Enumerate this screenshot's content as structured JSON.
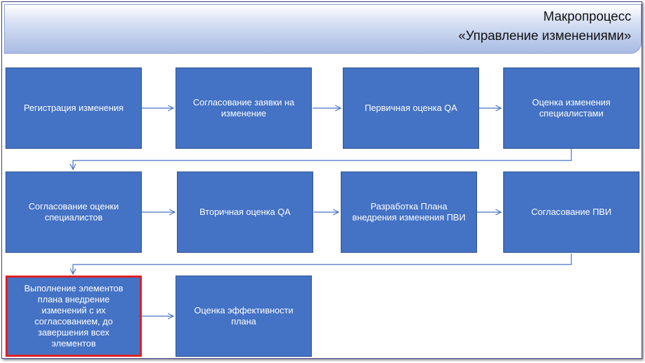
{
  "header": {
    "title_line1": "Макропроцесс",
    "title_line2": "«Управление изменениями»"
  },
  "steps": [
    {
      "label": "Регистрация изменения"
    },
    {
      "label": "Согласование заявки на изменение"
    },
    {
      "label": "Первичная оценка QA"
    },
    {
      "label": "Оценка изменения специалистами"
    },
    {
      "label": "Согласование оценки специалистов"
    },
    {
      "label": "Вторичная оценка QA"
    },
    {
      "label": "Разработка Плана внедрения изменения ПВИ"
    },
    {
      "label": "Согласование ПВИ"
    },
    {
      "label": "Выполнение элементов плана внедрение изменений с их согласованием, до завершения всех элементов",
      "highlighted": true
    },
    {
      "label": "Оценка эффективности плана"
    }
  ],
  "colors": {
    "box_fill": "#4472c4",
    "box_border": "#2f528f",
    "arrow": "#4472c4",
    "highlight": "#e02020"
  }
}
